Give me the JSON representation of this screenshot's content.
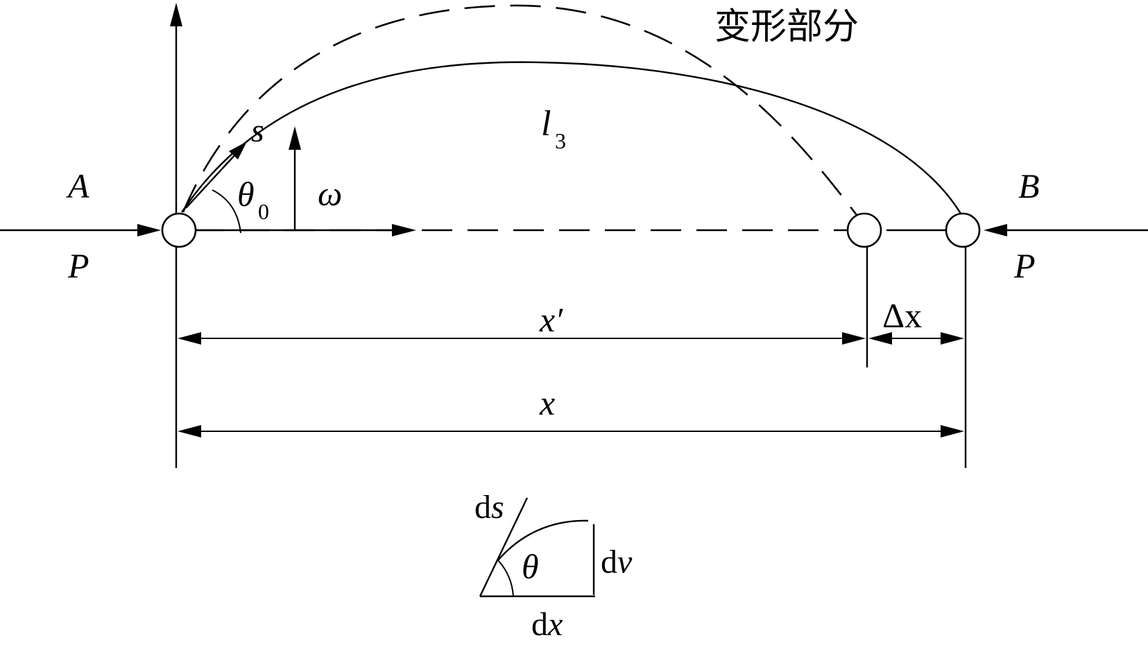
{
  "labels": {
    "deformed": "变形部分",
    "arc_name": "l",
    "arc_sub": "3",
    "arrow_s": "s",
    "theta0": "θ",
    "theta0_sub": "0",
    "omega": "ω",
    "left_point": "A",
    "left_force": "P",
    "right_point": "B",
    "right_force": "P",
    "x_prime": "x′",
    "delta_x": "Δx",
    "x_total": "x",
    "ds_d": "d",
    "ds_s": "s",
    "dv_d": "d",
    "dv_v": "v",
    "dx_d": "d",
    "dx_x": "x",
    "theta": "θ"
  }
}
